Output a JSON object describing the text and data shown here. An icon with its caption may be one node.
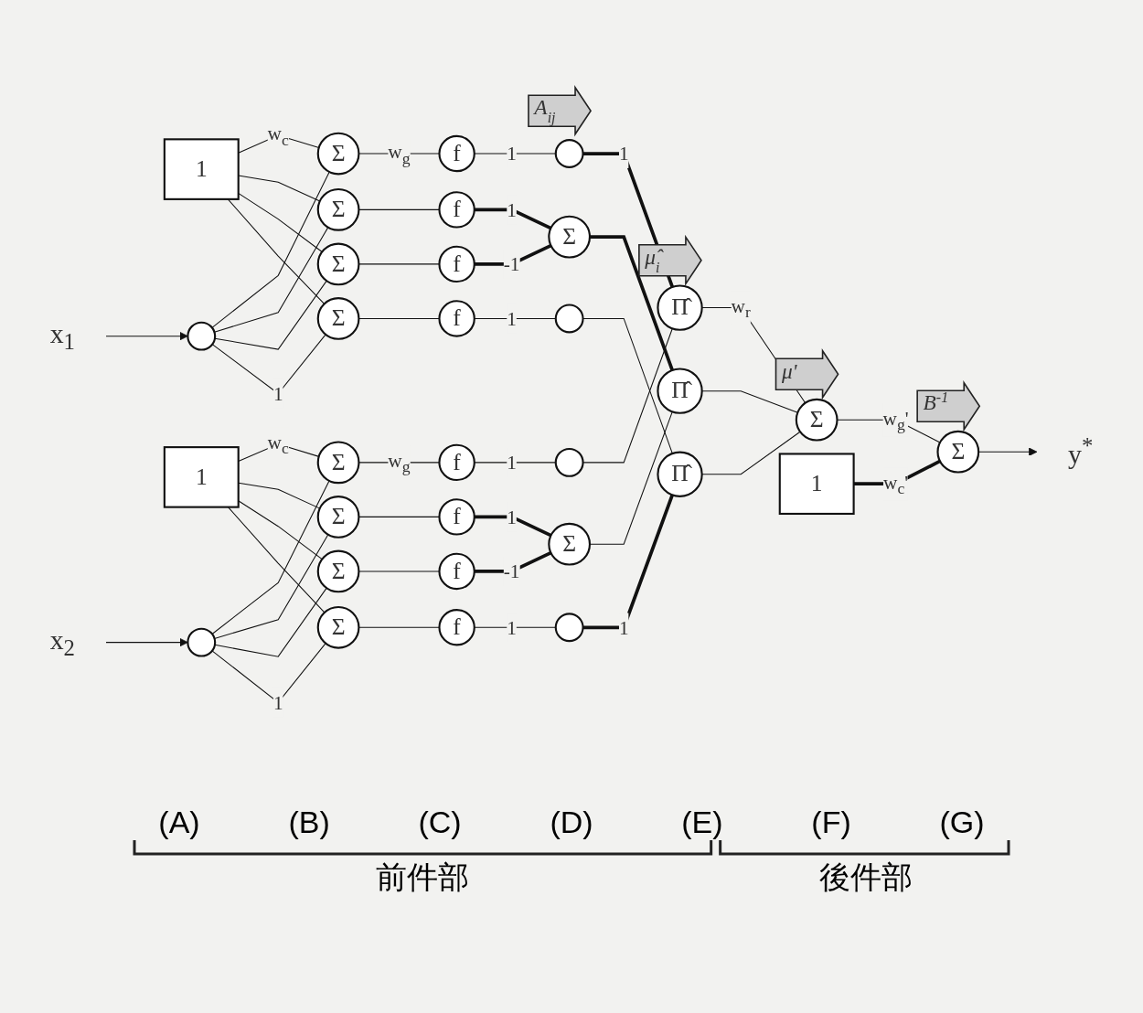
{
  "diagram": {
    "nodes": [
      {
        "text": [
          "x$_{1}$"
        ]
      },
      {
        "text": [
          "1"
        ]
      },
      {
        "text": [],
        "shape": "circle"
      },
      {
        "text": [
          "Σ"
        ]
      },
      {
        "text": [
          "Σ"
        ]
      },
      {
        "text": [
          "Σ"
        ]
      },
      {
        "text": [
          "Σ"
        ]
      },
      {
        "text": [
          "f"
        ]
      },
      {
        "text": [
          "f"
        ]
      },
      {
        "text": [
          "f"
        ]
      },
      {
        "text": [
          "f"
        ]
      },
      {
        "text": [],
        "shape": "circle",
        "beside": [
          "A$_{ij}$"
        ]
      },
      {
        "text": [
          "Σ"
        ]
      },
      {
        "text": [],
        "shape": "circle"
      },
      {
        "text": [
          "1"
        ]
      },
      {
        "text": [
          "x$_{2}$"
        ]
      },
      {
        "text": [],
        "shape": "circle"
      },
      {
        "text": [
          "Σ"
        ]
      },
      {
        "text": [
          "Σ"
        ]
      },
      {
        "text": [
          "Σ"
        ]
      },
      {
        "text": [
          "Σ"
        ]
      },
      {
        "text": [
          "f"
        ]
      },
      {
        "text": [
          "f"
        ]
      },
      {
        "text": [
          "f"
        ]
      },
      {
        "text": [
          "f"
        ]
      },
      {
        "text": [],
        "shape": "circle"
      },
      {
        "text": [
          "Σ"
        ]
      },
      {
        "text": [],
        "shape": "circle"
      },
      {
        "text": [
          "Π̂"
        ],
        "beside": [
          "μ̂$_{i}$"
        ]
      },
      {
        "text": [
          "Π̂"
        ]
      },
      {
        "text": [
          "Π̂"
        ]
      },
      {
        "text": [
          "Σ"
        ],
        "beside": [
          "μ'"
        ]
      },
      {
        "text": [
          "1"
        ]
      },
      {
        "text": [
          "Σ"
        ],
        "beside": [
          "B$^{-1}$"
        ]
      },
      {
        "text": [
          "y$^{*}$"
        ]
      }
    ],
    "edges": [
      {
        "from": 0,
        "to": 2,
        "arrow": "to"
      },
      {
        "from": 1,
        "to": 3,
        "arrow": "none",
        "label": "w$_{c}$"
      },
      {
        "from": 1,
        "to": 4,
        "arrow": "none"
      },
      {
        "from": 1,
        "to": 5,
        "arrow": "none"
      },
      {
        "from": 1,
        "to": 6,
        "arrow": "none"
      },
      {
        "from": 2,
        "to": 3,
        "arrow": "none"
      },
      {
        "from": 2,
        "to": 4,
        "arrow": "none"
      },
      {
        "from": 2,
        "to": 5,
        "arrow": "none"
      },
      {
        "from": 2,
        "to": 6,
        "arrow": "none",
        "label": "1"
      },
      {
        "from": 3,
        "to": 7,
        "arrow": "none",
        "label": "w$_{g}$"
      },
      {
        "from": 4,
        "to": 8,
        "arrow": "none"
      },
      {
        "from": 5,
        "to": 9,
        "arrow": "none"
      },
      {
        "from": 6,
        "to": 10,
        "arrow": "none"
      },
      {
        "from": 7,
        "to": 11,
        "arrow": "none",
        "label": "1"
      },
      {
        "from": 8,
        "to": 12,
        "arrow": "none",
        "label": "1",
        "style": "thick"
      },
      {
        "from": 9,
        "to": 12,
        "arrow": "none",
        "label": "-1",
        "style": "thick"
      },
      {
        "from": 10,
        "to": 13,
        "arrow": "none",
        "label": "1"
      },
      {
        "from": 15,
        "to": 16,
        "arrow": "to"
      },
      {
        "from": 14,
        "to": 17,
        "arrow": "none",
        "label": "w$_{c}$"
      },
      {
        "from": 14,
        "to": 18,
        "arrow": "none"
      },
      {
        "from": 14,
        "to": 19,
        "arrow": "none"
      },
      {
        "from": 14,
        "to": 20,
        "arrow": "none"
      },
      {
        "from": 16,
        "to": 17,
        "arrow": "none"
      },
      {
        "from": 16,
        "to": 18,
        "arrow": "none"
      },
      {
        "from": 16,
        "to": 19,
        "arrow": "none"
      },
      {
        "from": 16,
        "to": 20,
        "arrow": "none",
        "label": "1"
      },
      {
        "from": 17,
        "to": 21,
        "arrow": "none",
        "label": "w$_{g}$"
      },
      {
        "from": 18,
        "to": 22,
        "arrow": "none"
      },
      {
        "from": 19,
        "to": 23,
        "arrow": "none"
      },
      {
        "from": 20,
        "to": 24,
        "arrow": "none"
      },
      {
        "from": 21,
        "to": 25,
        "arrow": "none",
        "label": "1"
      },
      {
        "from": 22,
        "to": 26,
        "arrow": "none",
        "label": "1",
        "style": "thick"
      },
      {
        "from": 23,
        "to": 26,
        "arrow": "none",
        "label": "-1",
        "style": "thick"
      },
      {
        "from": 24,
        "to": 27,
        "arrow": "none",
        "label": "1"
      },
      {
        "from": 11,
        "to": 28,
        "arrow": "none",
        "label": "1",
        "style": "thick"
      },
      {
        "from": 12,
        "to": 29,
        "arrow": "none",
        "style": "thick"
      },
      {
        "from": 13,
        "to": 30,
        "arrow": "none"
      },
      {
        "from": 25,
        "to": 28,
        "arrow": "none"
      },
      {
        "from": 26,
        "to": 29,
        "arrow": "none"
      },
      {
        "from": 27,
        "to": 30,
        "arrow": "none",
        "label": "1",
        "style": "thick"
      },
      {
        "from": 28,
        "to": 31,
        "arrow": "none",
        "label": "w$_{r}$"
      },
      {
        "from": 29,
        "to": 31,
        "arrow": "none"
      },
      {
        "from": 30,
        "to": 31,
        "arrow": "none"
      },
      {
        "from": 31,
        "to": 33,
        "arrow": "none",
        "label": "w$_{g}$'"
      },
      {
        "from": 32,
        "to": 33,
        "arrow": "none",
        "label": "w$_{c}$'",
        "style": "thick"
      },
      {
        "from": 33,
        "to": 34,
        "arrow": "to"
      }
    ],
    "labels": [
      "(A)",
      "(B)",
      "(C)",
      "(D)",
      "(E)",
      "(F)",
      "(G)",
      "前件部",
      "後件部"
    ]
  }
}
